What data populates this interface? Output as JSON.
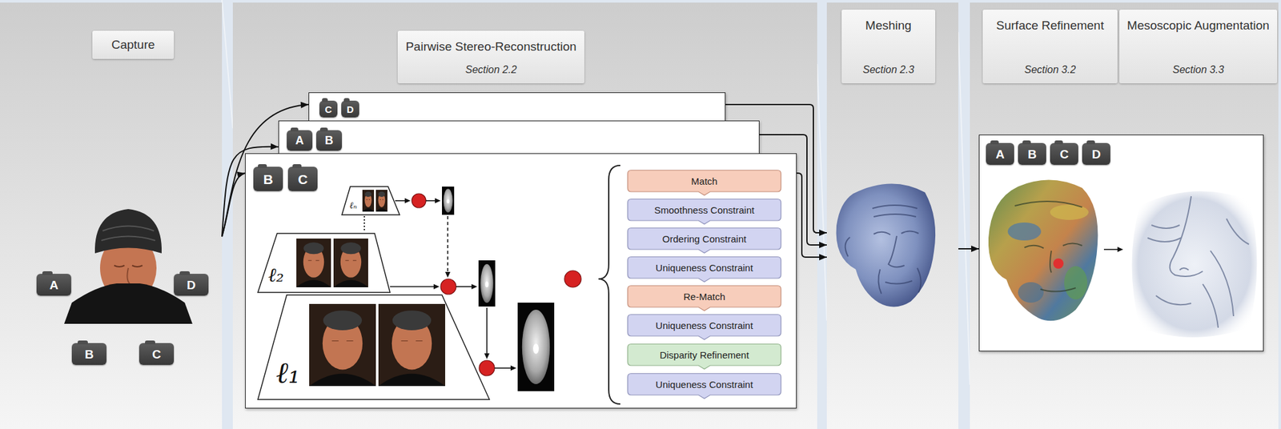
{
  "diagram": {
    "nodes": [
      {
        "text": [
          "Capture"
        ]
      },
      {
        "text": [
          "A"
        ],
        "in": 0
      },
      {
        "text": [
          "D"
        ],
        "in": 0
      },
      {
        "text": [
          "B"
        ],
        "in": 0
      },
      {
        "text": [
          "C"
        ],
        "in": 0
      },
      {
        "text": [
          "Pairwise Stereo-Reconstruction",
          "Section 2.2"
        ]
      },
      {
        "text": [],
        "in": 5
      },
      {
        "text": [
          "C"
        ],
        "in": 6
      },
      {
        "text": [
          "D"
        ],
        "in": 6
      },
      {
        "text": [],
        "in": 5
      },
      {
        "text": [
          "A"
        ],
        "in": 9
      },
      {
        "text": [
          "B"
        ],
        "in": 9
      },
      {
        "text": [],
        "in": 5
      },
      {
        "text": [
          "B"
        ],
        "in": 12
      },
      {
        "text": [
          "C"
        ],
        "in": 12
      },
      {
        "text": [
          "ℓₙ"
        ],
        "in": 12
      },
      {
        "text": [
          "ℓ₂"
        ],
        "in": 12
      },
      {
        "text": [
          "ℓ₁"
        ],
        "in": 12
      },
      {
        "text": [
          "Match"
        ],
        "in": 12
      },
      {
        "text": [
          "Smoothness Constraint"
        ],
        "in": 12
      },
      {
        "text": [
          "Ordering Constraint"
        ],
        "in": 12
      },
      {
        "text": [
          "Uniqueness Constraint"
        ],
        "in": 12
      },
      {
        "text": [
          "Re-Match"
        ],
        "in": 12
      },
      {
        "text": [
          "Uniqueness Constraint"
        ],
        "in": 12
      },
      {
        "text": [
          "Disparity Refinement"
        ],
        "in": 12
      },
      {
        "text": [
          "Uniqueness Constraint"
        ],
        "in": 12
      },
      {
        "text": [
          "Meshing",
          "Section 2.3"
        ]
      },
      {
        "text": [
          "Surface Refinement",
          "Section 3.2",
          "Mesoscopic Augmentation",
          "Section 3.3"
        ]
      },
      {
        "text": [],
        "in": 27
      },
      {
        "text": [
          "A"
        ],
        "in": 28
      },
      {
        "text": [
          "B"
        ],
        "in": 28
      },
      {
        "text": [
          "C"
        ],
        "in": 28
      },
      {
        "text": [
          "D"
        ],
        "in": 28
      }
    ],
    "edges": [
      {
        "from": 0,
        "to": 6,
        "arrow": "to"
      },
      {
        "from": 0,
        "to": 9,
        "arrow": "to"
      },
      {
        "from": 0,
        "to": 12,
        "arrow": "to"
      },
      {
        "from": 6,
        "to": 26,
        "arrow": "to"
      },
      {
        "from": 9,
        "to": 26,
        "arrow": "to"
      },
      {
        "from": 12,
        "to": 26,
        "arrow": "to"
      },
      {
        "from": 26,
        "to": 28,
        "arrow": "to"
      }
    ]
  }
}
